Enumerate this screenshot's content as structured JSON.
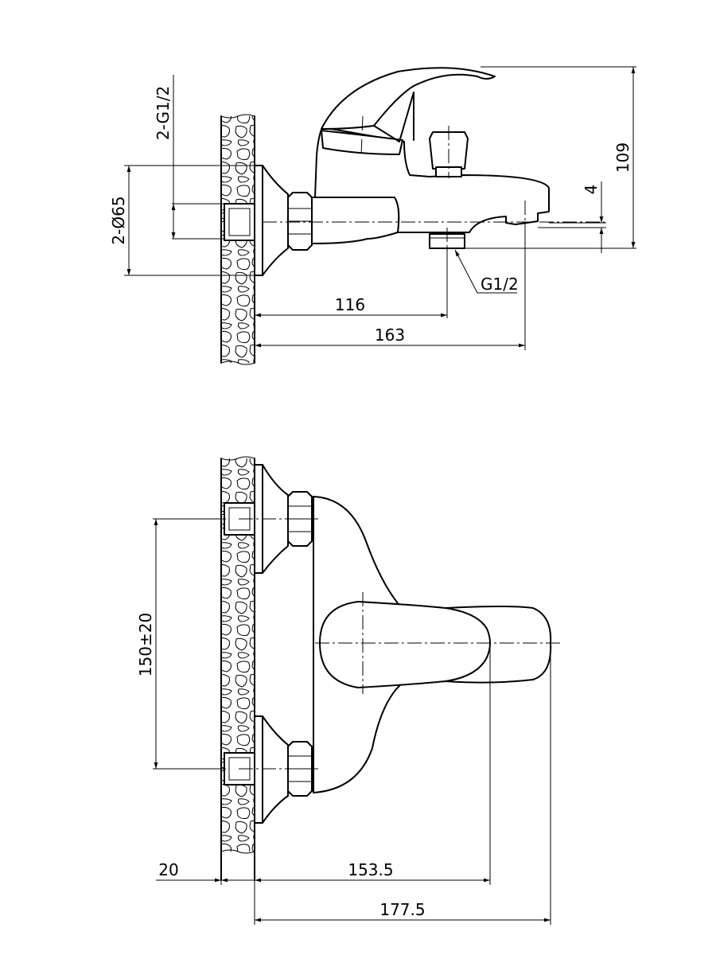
{
  "drawing": {
    "side_view": {
      "inlet_thread": "2-G1/2",
      "flange_diameter": "2-Ø65",
      "spout_thread": "G1/2",
      "dim_spout_inlet": "116",
      "dim_spout_reach": "163",
      "dim_total_height": "109",
      "dim_spout_offset": "4"
    },
    "front_view": {
      "dim_centers": "150±20",
      "dim_wall": "20",
      "dim_lever_center": "153.5",
      "dim_total_depth": "177.5"
    }
  }
}
